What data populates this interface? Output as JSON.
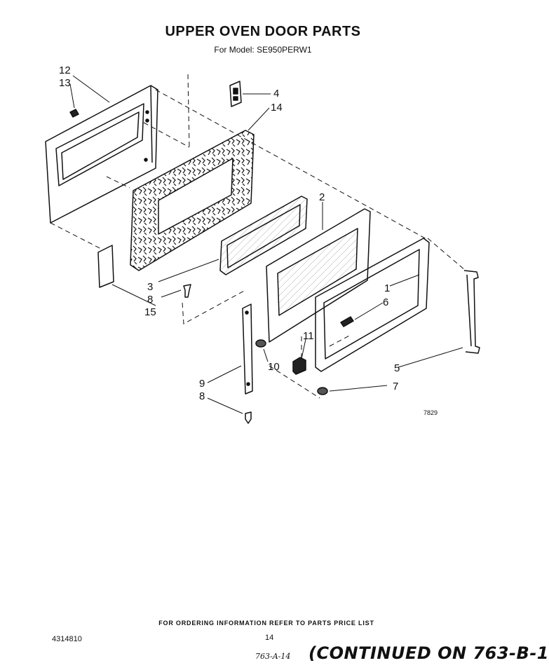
{
  "header": {
    "title": "UPPER OVEN DOOR PARTS",
    "subtitle": "For Model: SE950PERW1"
  },
  "callouts": {
    "c12": "12",
    "c13": "13",
    "c4": "4",
    "c14": "14",
    "c2": "2",
    "c3": "3",
    "c8a": "8",
    "c15": "15",
    "c1": "1",
    "c6": "6",
    "c11": "11",
    "c10": "10",
    "c9": "9",
    "c8b": "8",
    "c5": "5",
    "c7": "7"
  },
  "figure_code": "7829",
  "footer": {
    "ordering_note": "FOR ORDERING INFORMATION REFER TO PARTS PRICE LIST",
    "document_number": "4314810",
    "page_number": "14",
    "handwritten_ref": "763-A-14",
    "continued_note": "(CONTINUED ON 763-B-1"
  }
}
